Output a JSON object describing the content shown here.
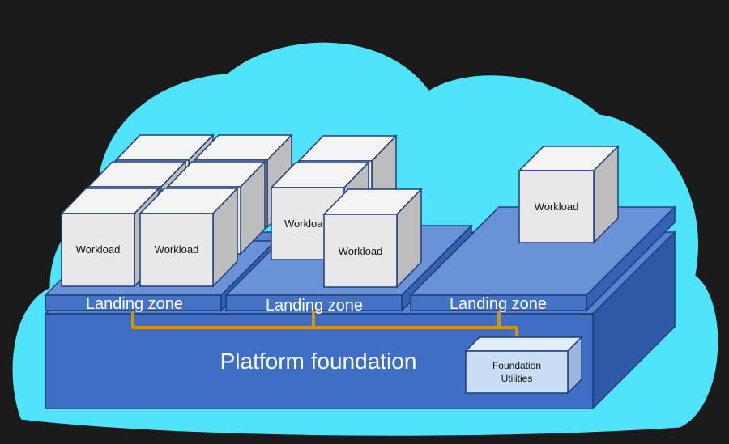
{
  "colors": {
    "background": "#1b1b1b",
    "cloud": "#4fe3fc",
    "platform_front": "#3f6fc5",
    "platform_top": "#5683cf",
    "platform_side": "#2f58a6",
    "zone_top": "#6a92d6",
    "cube_front": "#e8e8e8",
    "cube_top": "#f4f4f4",
    "cube_side": "#bdbdbd",
    "connector": "#c8961a",
    "utility_front": "#c9def4"
  },
  "labels": {
    "workload": "Workload",
    "workload_partial": "Workloa"
  },
  "zones": [
    {
      "label": "Landing zone"
    },
    {
      "label": "Landing zone"
    },
    {
      "label": "Landing zone"
    }
  ],
  "platform": {
    "label": "Platform foundation"
  },
  "utilities": {
    "line1": "Foundation",
    "line2": "Utilities"
  }
}
